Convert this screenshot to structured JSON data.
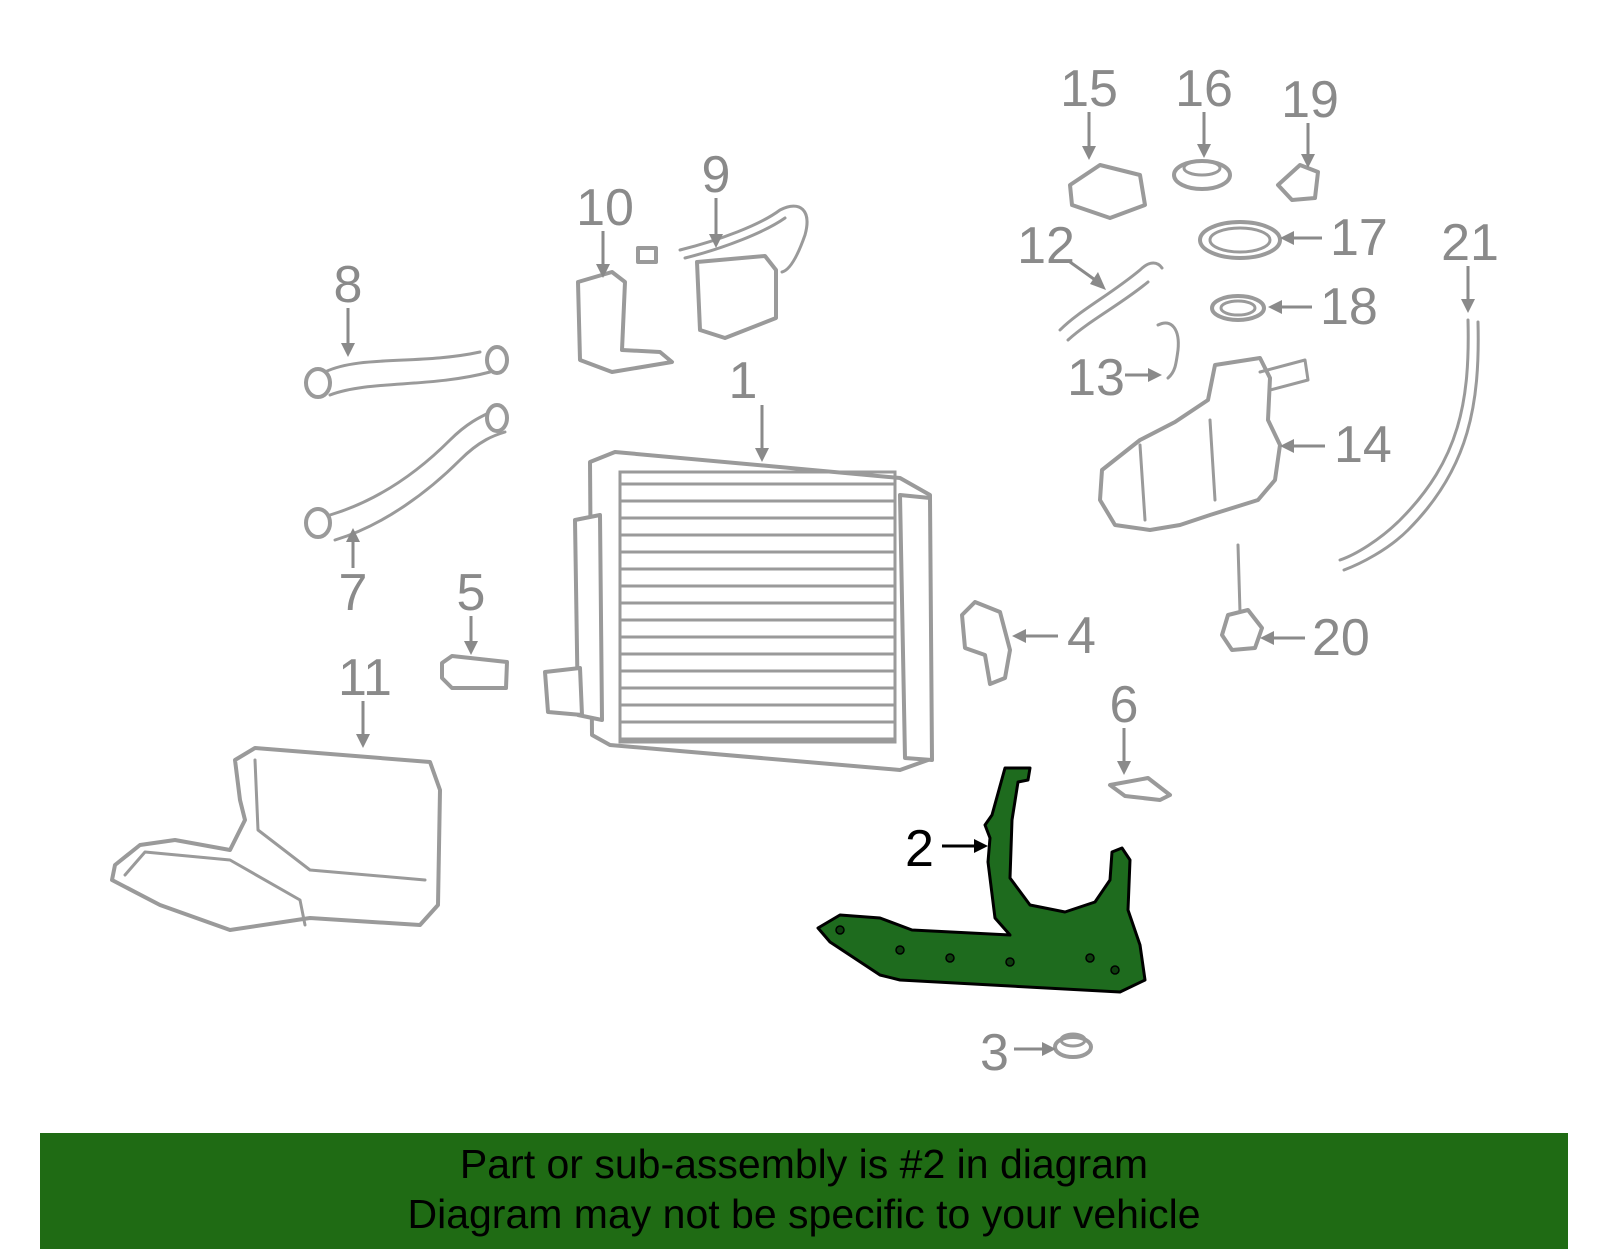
{
  "diagram": {
    "callouts": {
      "c1": "1",
      "c2": "2",
      "c3": "3",
      "c4": "4",
      "c5": "5",
      "c6": "6",
      "c7": "7",
      "c8": "8",
      "c9": "9",
      "c10": "10",
      "c11": "11",
      "c12": "12",
      "c13": "13",
      "c14": "14",
      "c15": "15",
      "c16": "16",
      "c17": "17",
      "c18": "18",
      "c19": "19",
      "c20": "20",
      "c21": "21"
    },
    "highlighted_part": "2",
    "colors": {
      "highlight_fill": "#1e6b1e",
      "part_stroke": "#9a9a9a",
      "banner_background": "#1f6b14"
    }
  },
  "banner": {
    "line1": "Part or sub-assembly is #2 in diagram",
    "line2": "Diagram may not be specific to your vehicle"
  }
}
